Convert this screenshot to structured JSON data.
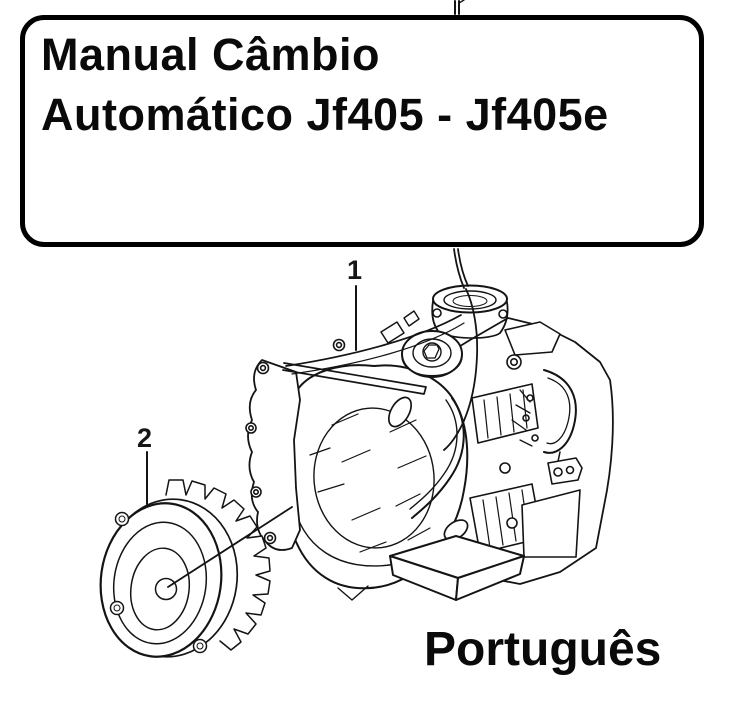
{
  "colors": {
    "ink": "#141414",
    "paper": "#ffffff"
  },
  "title_box": {
    "line1": "Manual Câmbio",
    "line2": "Automático Jf405 - Jf405e"
  },
  "diagram": {
    "callouts": [
      {
        "number": "1"
      },
      {
        "number": "2"
      }
    ]
  },
  "footer": {
    "language_label": "Português"
  }
}
